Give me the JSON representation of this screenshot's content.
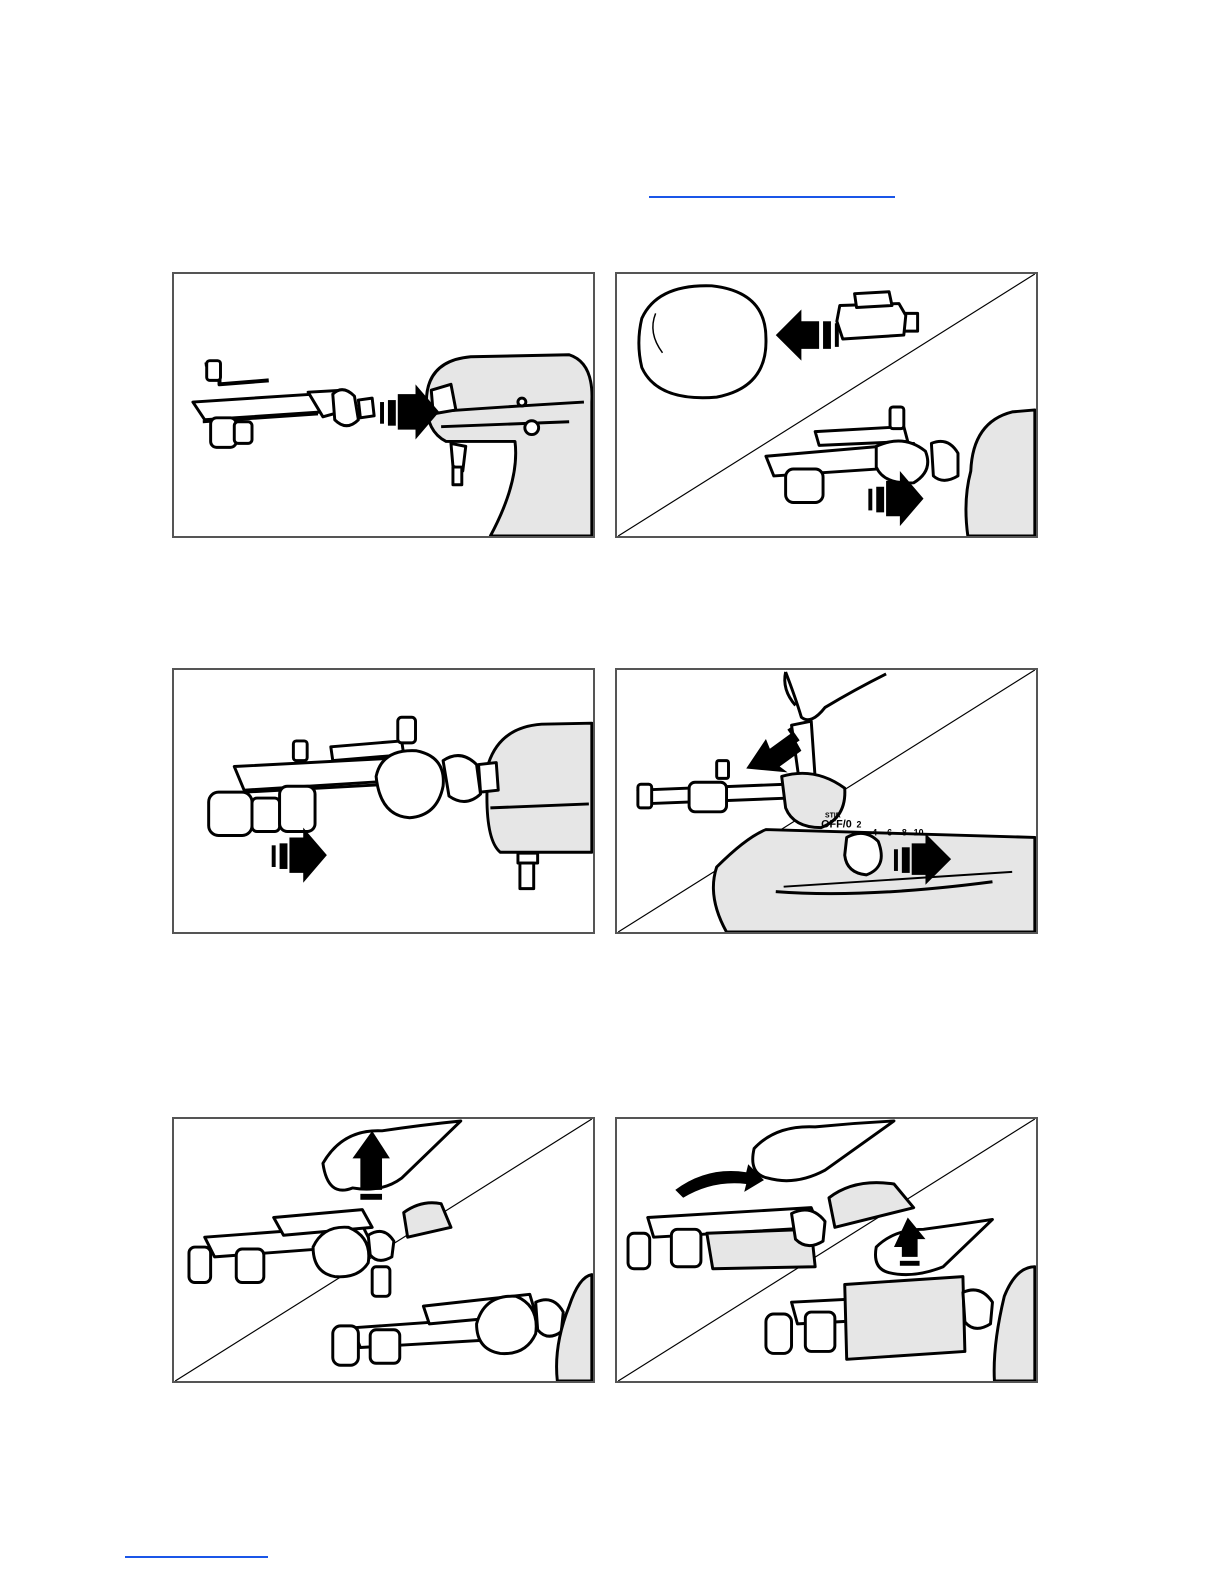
{
  "colors": {
    "link_underline": "#1a56e8",
    "panel_border": "#555555",
    "ink": "#000000",
    "fill_gray": "#e6e6e6"
  },
  "links": [
    {
      "name": "top-link-underline"
    },
    {
      "name": "footer-link-underline"
    }
  ],
  "figures": [
    {
      "id": "fig-1",
      "content": "attach-peeler-to-mixer-hub",
      "arrow": "right"
    },
    {
      "id": "fig-2",
      "content": "push-apple-onto-fork-and-slide",
      "arrow": "left-and-right"
    },
    {
      "id": "fig-3",
      "content": "slide-apple-toward-peeler",
      "arrow": "right"
    },
    {
      "id": "fig-4",
      "content": "lower-blade-and-set-speed",
      "arrow": "down-left-and-right",
      "speed_dial": {
        "off": "OFF/0",
        "stir": "STIR",
        "marks": [
          "2",
          "4",
          "6",
          "8",
          "10"
        ]
      }
    },
    {
      "id": "fig-5",
      "content": "lift-blade-arm",
      "arrow": "up"
    },
    {
      "id": "fig-6",
      "content": "rotate-and-remove-slicer",
      "arrow": "curved-and-up"
    }
  ]
}
